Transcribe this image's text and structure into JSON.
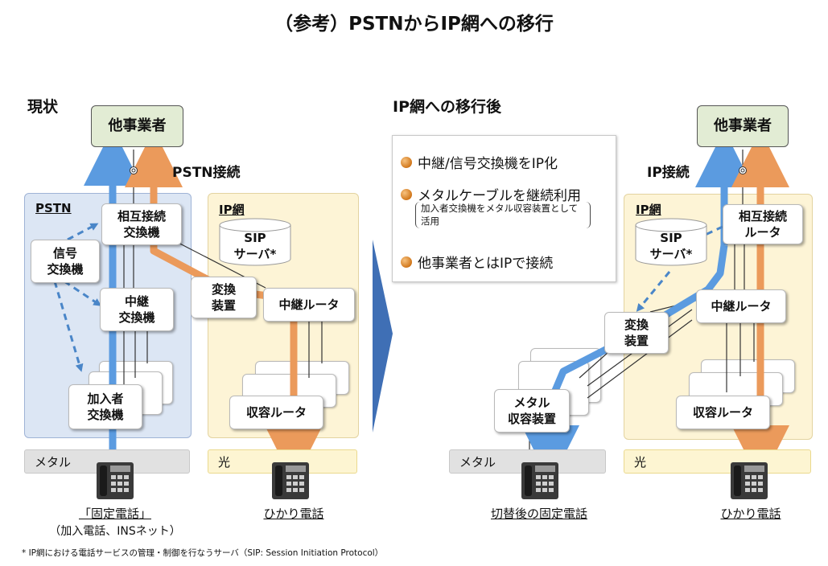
{
  "title": "（参考）PSTNからIP網への移行",
  "left": {
    "heading": "現状",
    "operator": "他事業者",
    "connection_label": "PSTN接続",
    "pstn_label": "PSTN",
    "ip_label": "IP網",
    "interconnect": "相互接続\n交換機",
    "signal": "信号\n交換機",
    "relay": "中継\n交換機",
    "subscriber": "加入者\n交換機",
    "sip": "SIP\nサーバ*",
    "converter": "変換\n装置",
    "relay_router": "中継ルータ",
    "access_router": "収容ルータ",
    "metal": "メタル",
    "light": "光",
    "caption_fixed": "「固定電話」",
    "caption_fixed_sub": "（加入電話、INSネット）",
    "caption_hikari": "ひかり電話"
  },
  "right": {
    "heading": "IP網への移行後",
    "operator": "他事業者",
    "connection_label": "IP接続",
    "ip_label": "IP網",
    "sip": "SIP\nサーバ*",
    "interconnect": "相互接続\nルータ",
    "relay_router": "中継ルータ",
    "converter": "変換\n装置",
    "metal_access": "メタル\n収容装置",
    "access_router": "収容ルータ",
    "metal": "メタル",
    "light": "光",
    "caption_fixed": "切替後の固定電話",
    "caption_hikari": "ひかり電話"
  },
  "legend": {
    "item1": "中継/信号交換機をIP化",
    "item2": "メタルケーブルを継続利用",
    "item2_note": "加入者交換機をメタル収容装置として活用",
    "item3": "他事業者とはIPで接続"
  },
  "footnote": "* IP網における電話サービスの管理・制御を行なうサーバ（SIP: Session Initiation Protocol）",
  "colors": {
    "blue_arrow": "#5b9be0",
    "orange_arrow": "#eb9a5b",
    "pstn_area": "#dce6f4",
    "ip_area": "#fdf4d6",
    "operator_box": "#e2ecd4",
    "big_arrow": "#3f6fb5"
  },
  "icons": [
    "telephone-icon",
    "interconnect-point-icon",
    "bullet-dot-icon",
    "cylinder-database-icon"
  ]
}
